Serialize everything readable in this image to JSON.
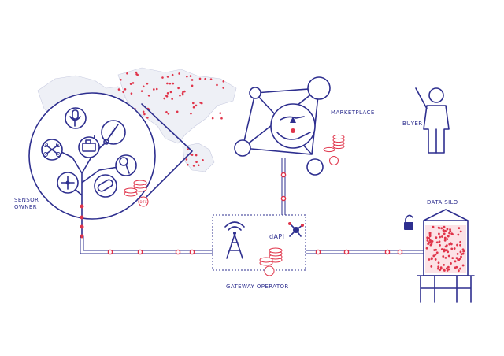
{
  "labels": {
    "sensor_owner_line1": "SENSOR",
    "sensor_owner_line2": "OWNER",
    "marketplace": "MARKETPLACE",
    "buyer": "BUYER",
    "data_silo": "DATA SILO",
    "gateway_operator": "GATEWAY OPERATOR",
    "dapi": "dAPI"
  },
  "tokens": {
    "symbol": "DTX"
  },
  "colors": {
    "ink": "#2e2f8f",
    "accent": "#e0344a",
    "map": "#eef0f6"
  },
  "icons": [
    "microphone-icon",
    "thermometer-icon",
    "camera-icon",
    "drone-icon",
    "magnifier-icon",
    "satellite-icon",
    "pill-sensor-icon",
    "antenna-tower-icon",
    "padlock-icon",
    "network-hub-icon",
    "hand-coin-icon"
  ]
}
